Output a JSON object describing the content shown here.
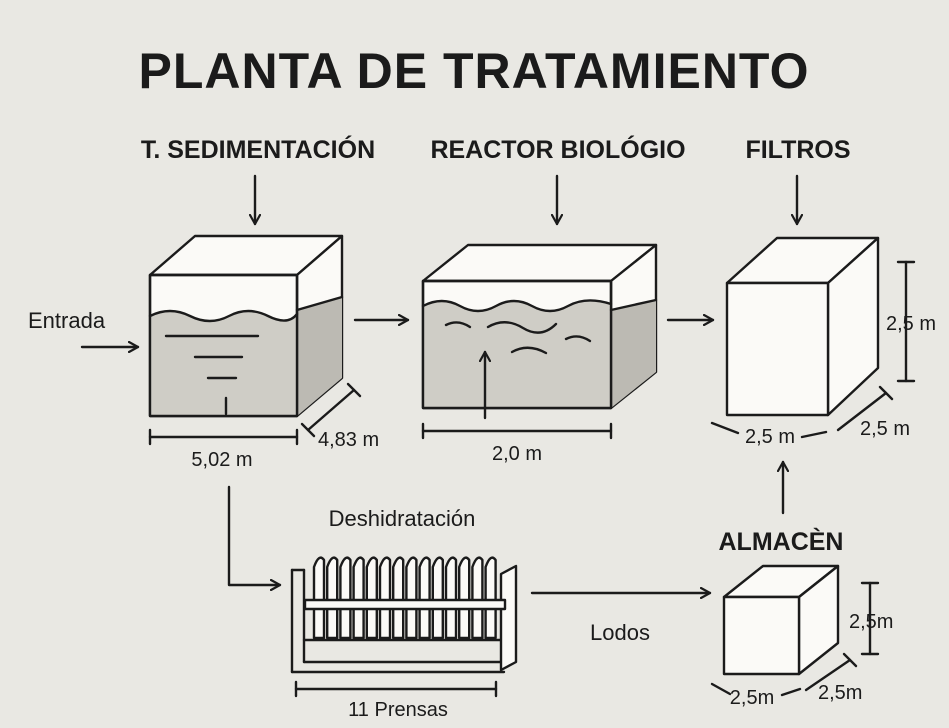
{
  "title": "PLANTA DE TRATAMIENTO",
  "headings": {
    "sedimentation": "T. SEDIMENTACIÓN",
    "reactor": "REACTOR BIOLÓGIO",
    "filters": "FILTROS",
    "storage": "ALMACÈN",
    "dehydration": "Deshidratación"
  },
  "labels": {
    "inlet": "Entrada",
    "sludge": "Lodos"
  },
  "dimensions": {
    "sed_width": "5,02 m",
    "sed_depth": "4,83 m",
    "reactor_width": "2,0 m",
    "filter_height": "2,5 m",
    "filter_width": "2,5 m",
    "filter_depth": "2,5 m",
    "storage_height": "2,5m",
    "storage_width": "2,5m",
    "storage_depth": "2,5m",
    "presses": "11 Prensas"
  }
}
